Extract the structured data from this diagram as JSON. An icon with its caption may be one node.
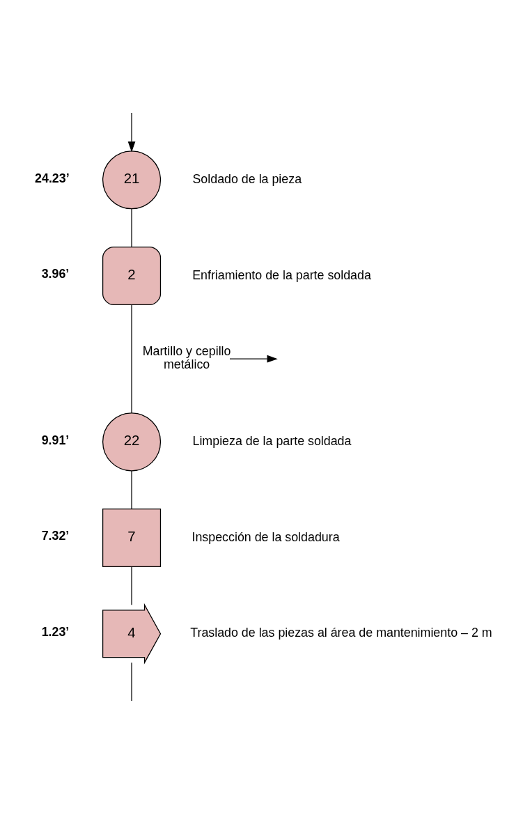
{
  "diagram": {
    "nodes": [
      {
        "text": [
          "21"
        ],
        "beside": [
          "24.23’",
          "Soldado de la pieza"
        ]
      },
      {
        "text": [
          "2"
        ],
        "beside": [
          "3.96’",
          "Enfriamiento de la parte soldada"
        ]
      },
      {
        "text": [
          "22"
        ],
        "beside": [
          "9.91’",
          "Limpieza de la parte soldada"
        ]
      },
      {
        "text": [
          "7"
        ],
        "beside": [
          "7.32’",
          "Inspección de la soldadura"
        ]
      },
      {
        "text": [
          "4"
        ],
        "beside": [
          "1.23’",
          "Traslado de las piezas al área de mantenimiento – 2 m"
        ]
      },
      {
        "text": [
          "Martillo y cepillo metálico"
        ]
      }
    ],
    "edges": [
      {
        "from": null,
        "to": 0,
        "arrow": "to"
      },
      {
        "from": 0,
        "to": 1,
        "arrow": "none"
      },
      {
        "from": 1,
        "to": 2,
        "arrow": "none"
      },
      {
        "from": 5,
        "to": null,
        "arrow": "to"
      },
      {
        "from": 2,
        "to": 3,
        "arrow": "none"
      },
      {
        "from": 3,
        "to": 4,
        "arrow": "none"
      },
      {
        "from": 4,
        "to": null,
        "arrow": "none"
      }
    ]
  }
}
